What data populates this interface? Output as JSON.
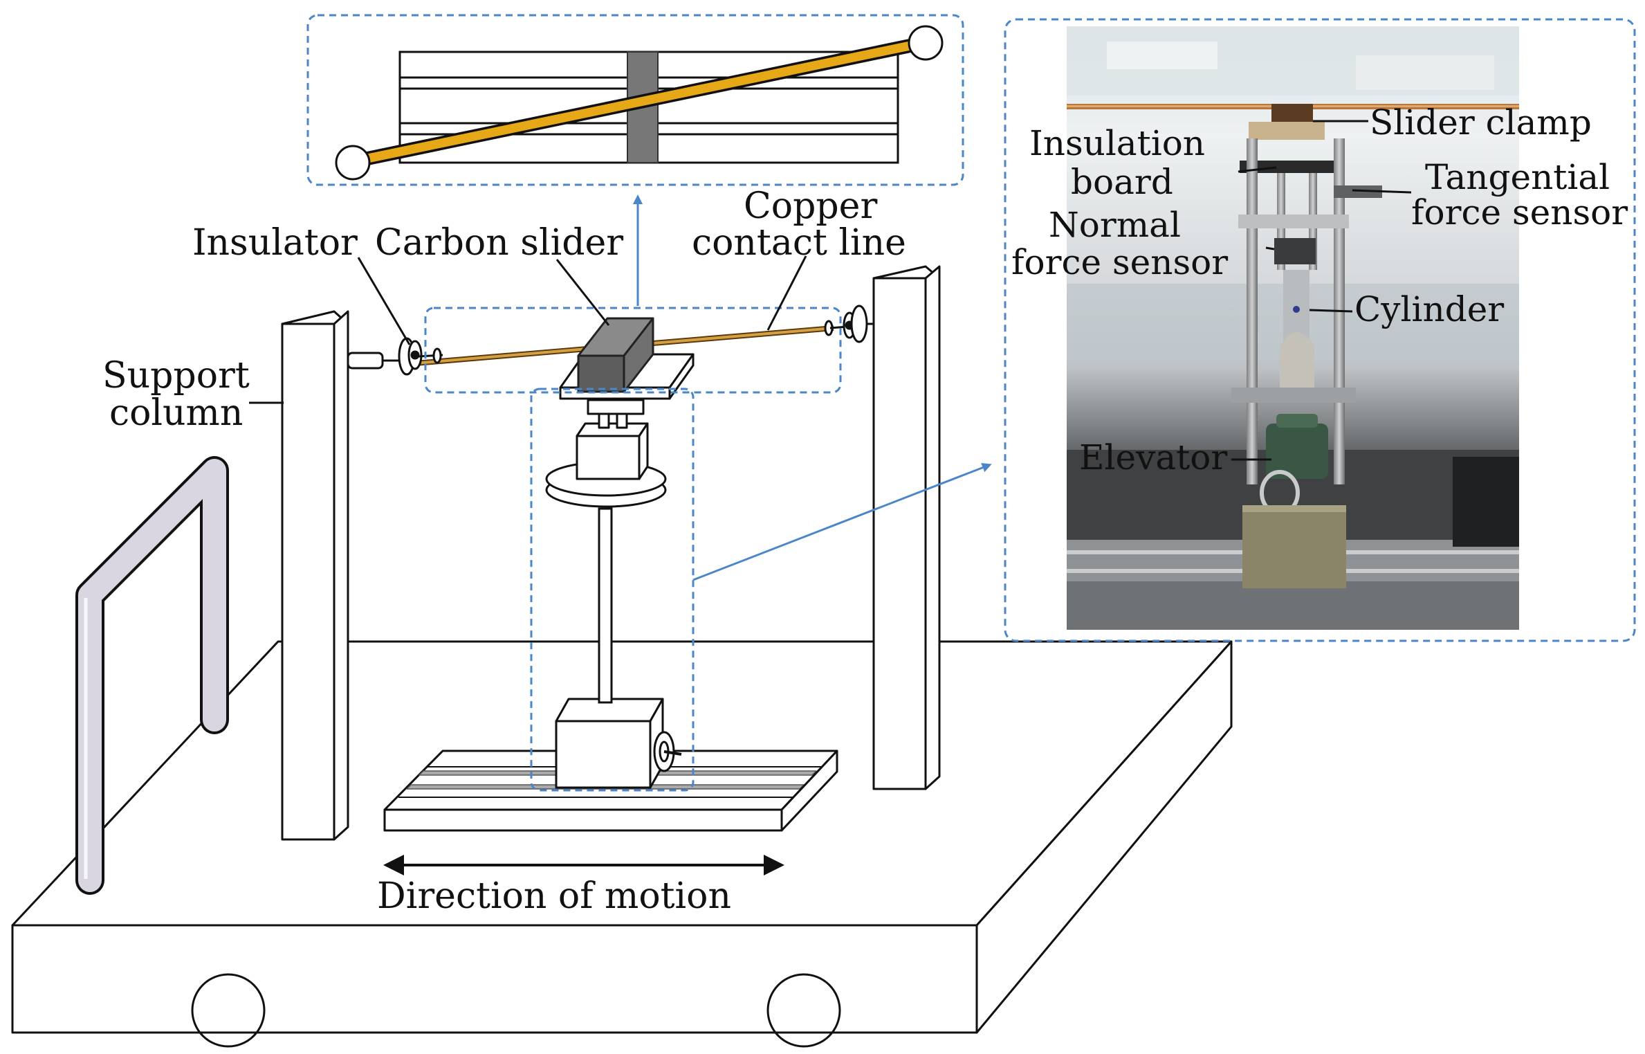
{
  "labels": {
    "insulator": "Insulator",
    "carbon_slider": "Carbon slider",
    "copper_contact_line_1": "Copper",
    "copper_contact_line_2": "contact line",
    "support_column_1": "Support",
    "support_column_2": "column",
    "direction_of_motion": "Direction of motion"
  },
  "photo_labels": {
    "slider_clamp": "Slider clamp",
    "insulation_board_1": "Insulation",
    "insulation_board_2": "board",
    "tangential_force_sensor_1": "Tangential",
    "tangential_force_sensor_2": "force sensor",
    "normal_force_sensor_1": "Normal",
    "normal_force_sensor_2": "force sensor",
    "cylinder": "Cylinder",
    "elevator": "Elevator"
  },
  "colors": {
    "outline": "#111111",
    "accent_blue": "#4a86c8",
    "contact_line": "#e6a817",
    "carbon": "#6a6a6a",
    "rail_gray": "#8a8a8a",
    "handrail_fill": "#d9d6e2"
  }
}
